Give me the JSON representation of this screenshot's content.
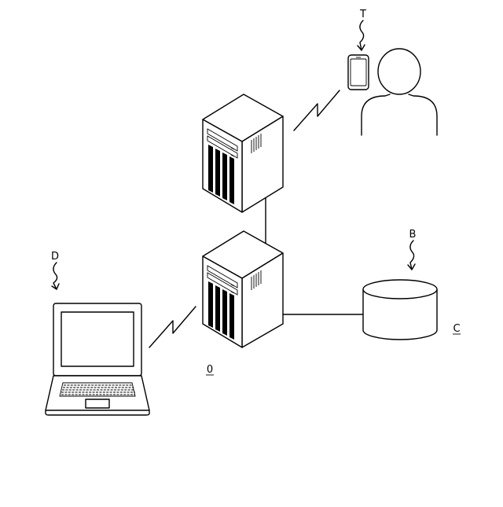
{
  "labels": {
    "terminal": "T",
    "storage": "B",
    "network": "C",
    "laptop": "D",
    "system": "0"
  }
}
